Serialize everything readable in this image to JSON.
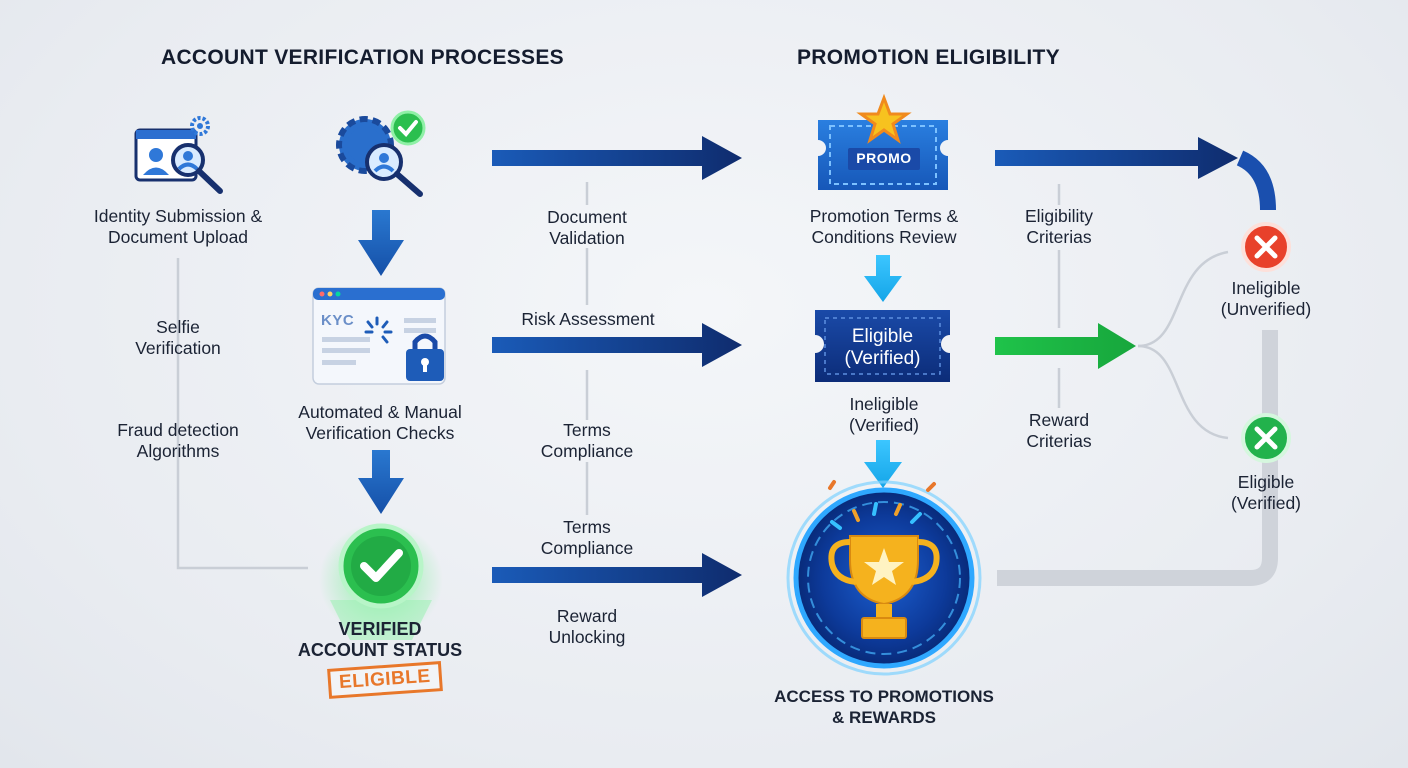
{
  "headings": {
    "account_verification": "ACCOUNT VERIFICATION PROCESSES",
    "promotion_eligibility": "PROMOTION ELIGIBILITY"
  },
  "left_column": {
    "identity": "Identity Submission &\nDocument Upload",
    "selfie": "Selfie\nVerification",
    "fraud": "Fraud detection\nAlgorithms"
  },
  "center_column": {
    "kyc_label": "KYC",
    "checks": "Automated & Manual\nVerification Checks",
    "verified_status": "VERIFIED\nACCOUNT STATUS",
    "eligible_stamp": "ELIGIBLE"
  },
  "middle_labels": {
    "doc_validation": "Document\nValidation",
    "risk": "Risk Assessment",
    "terms1": "Terms\nCompliance",
    "terms2": "Terms\nCompliance",
    "reward_unlocking": "Reward\nUnlocking"
  },
  "promo_column": {
    "promo_ticket": "PROMO",
    "terms_review": "Promotion Terms &\nConditions Review",
    "eligible_verified_ticket": "Eligible\n(Verified)",
    "ineligible_verified": "Ineligible\n(Verified)",
    "access": "ACCESS TO PROMOTIONS\n& REWARDS"
  },
  "criteria_column": {
    "eligibility_criteria": "Eligibility\nCriterias",
    "reward_criteria": "Reward\nCriterias"
  },
  "outcomes": {
    "ineligible_unverified": "Ineligible\n(Unverified)",
    "eligible_verified": "Eligible\n(Verified)"
  },
  "colors": {
    "navy": "#0f2c6e",
    "blue": "#1a5bb8",
    "light_blue": "#1fb4f0",
    "green": "#22b24c",
    "red": "#e8412b",
    "orange": "#e8772a",
    "gold": "#f5b21e"
  }
}
